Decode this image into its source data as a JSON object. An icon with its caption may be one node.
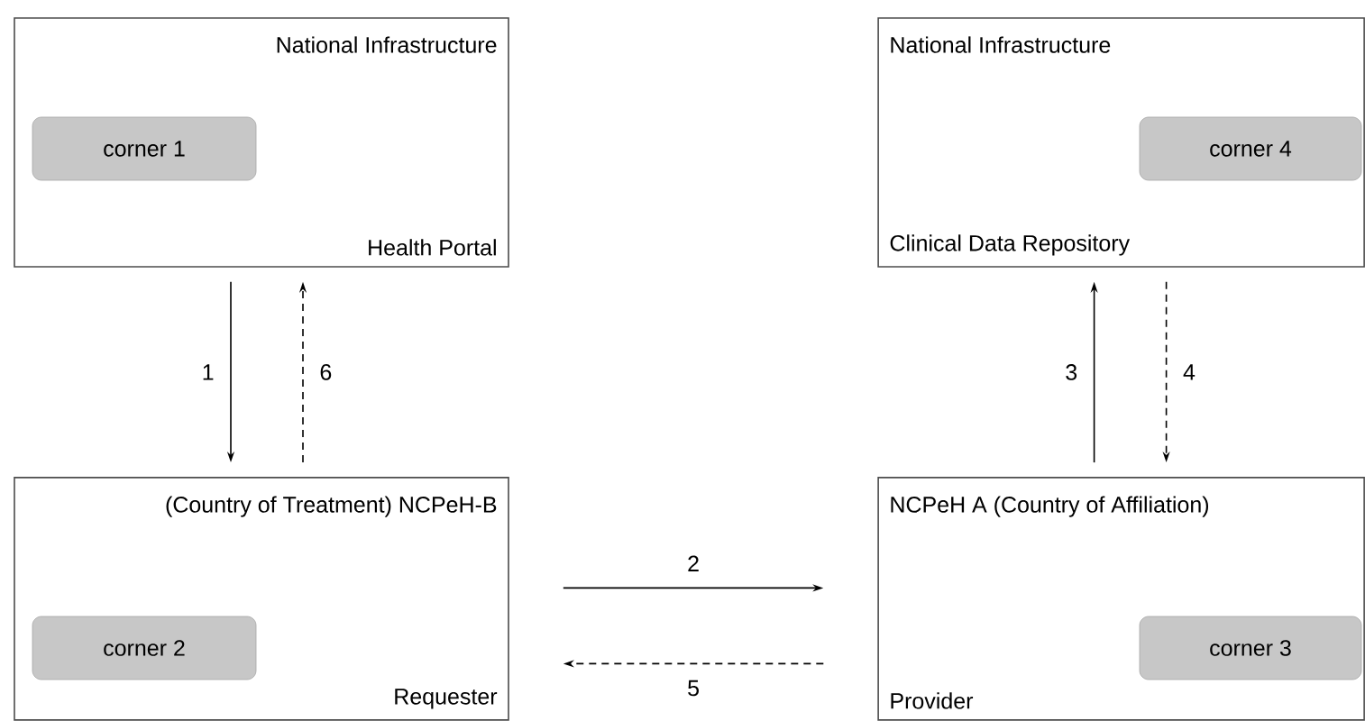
{
  "diagram": {
    "nodes": [
      {
        "text": [
          "National Infrastructure",
          "Health Portal"
        ]
      },
      {
        "text": [
          "corner 1"
        ],
        "in": 0
      },
      {
        "text": [
          "National Infrastructure",
          "Clinical Data Repository"
        ]
      },
      {
        "text": [
          "corner 4"
        ],
        "in": 2
      },
      {
        "text": [
          "(Country of Treatment) NCPeH-B",
          "Requester"
        ]
      },
      {
        "text": [
          "corner 2"
        ],
        "in": 4
      },
      {
        "text": [
          "NCPeH A (Country of Affiliation)",
          "Provider"
        ]
      },
      {
        "text": [
          "corner 3"
        ],
        "in": 6
      }
    ],
    "edges": [
      {
        "from": 0,
        "to": 4,
        "arrow": "to",
        "label": "1"
      },
      {
        "from": 4,
        "to": 0,
        "arrow": "to",
        "label": "6",
        "style": "dashed"
      },
      {
        "from": 6,
        "to": 2,
        "arrow": "to",
        "label": "3"
      },
      {
        "from": 2,
        "to": 6,
        "arrow": "to",
        "label": "4",
        "style": "dashed"
      },
      {
        "from": 4,
        "to": 6,
        "arrow": "to",
        "label": "2"
      },
      {
        "from": 6,
        "to": 4,
        "arrow": "to",
        "label": "5",
        "style": "dashed"
      }
    ]
  }
}
